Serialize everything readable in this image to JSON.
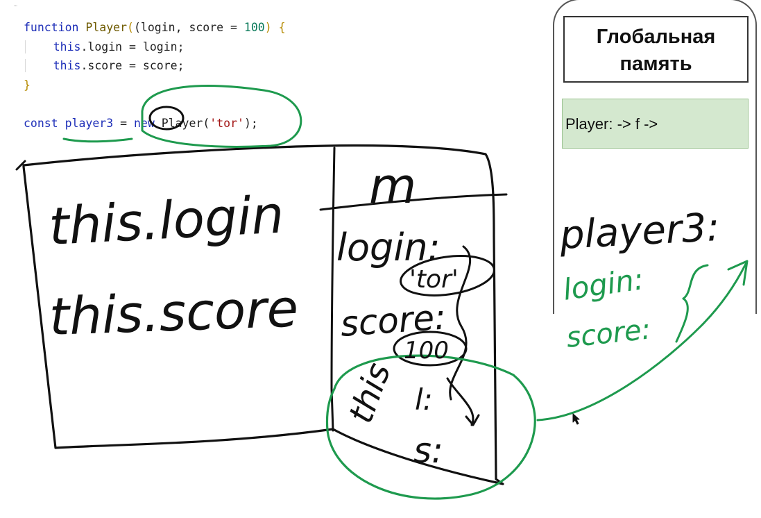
{
  "editor": {
    "tiny_fragment": "…",
    "line1": {
      "kw": "function",
      "name": "Player",
      "params_open": "(login, score = ",
      "default_val": "100",
      "params_close": ") {"
    },
    "line2": {
      "this": "this",
      "rest": ".login = login;"
    },
    "line3": {
      "this": "this",
      "rest": ".score = score;"
    },
    "line4": {
      "close": "}"
    },
    "line6": {
      "kw": "const",
      "var": "player3",
      "eq": " = ",
      "new_kw": "new",
      "ctor": " Player(",
      "arg": "'tor'",
      "end": ");"
    }
  },
  "global_memory": {
    "title": "Глобальная память",
    "entry": "Player: -> f ->"
  },
  "handwriting": {
    "left_box_line1": "this.login",
    "left_box_line2": "this.score",
    "scope_header": "m",
    "login_label": "login:",
    "login_value": "'tor'",
    "score_label": "score:",
    "score_value": "100",
    "this_label": "this",
    "this_l": "l:",
    "this_s": "s:",
    "player3_label": "player3:",
    "green_login": "login:",
    "green_score": "score:"
  },
  "colors": {
    "ink_black": "#111111",
    "ink_green": "#1e9a4e",
    "memory_entry_bg": "#d4e8cf"
  }
}
